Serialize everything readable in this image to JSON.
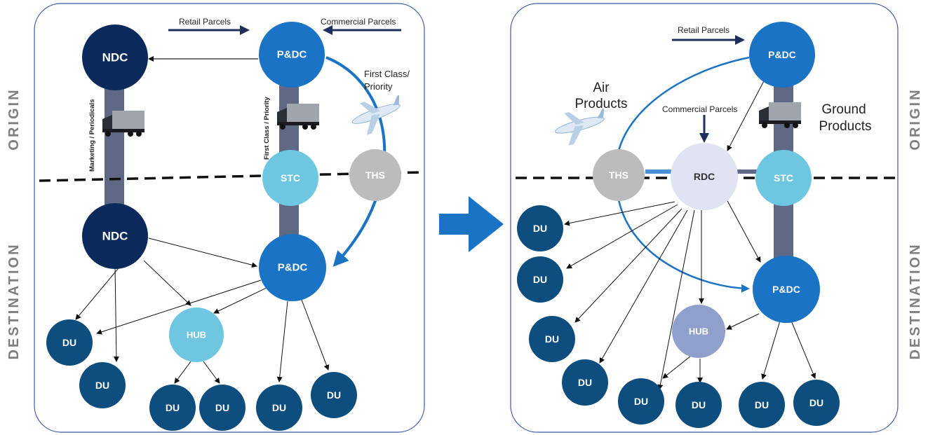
{
  "side_labels": {
    "origin": "ORIGIN",
    "destination": "DESTINATION"
  },
  "left_panel": {
    "nodes": {
      "ndc_top": "NDC",
      "pdc_top": "P&DC",
      "stc": "STC",
      "ths": "THS",
      "ndc_bottom": "NDC",
      "pdc_bottom": "P&DC",
      "hub": "HUB",
      "du": "DU"
    },
    "labels": {
      "retail_parcels": "Retail Parcels",
      "commercial_parcels": "Commercial Parcels",
      "first_class_priority_1": "First Class/",
      "first_class_priority_2": "Priority",
      "marketing_periodicals": "Marketing / Periodicals",
      "first_class_priority_vertical": "First Class / Priority"
    }
  },
  "right_panel": {
    "nodes": {
      "pdc_top": "P&DC",
      "ths": "THS",
      "rdc": "RDC",
      "stc": "STC",
      "pdc_bottom": "P&DC",
      "hub": "HUB",
      "du": "DU"
    },
    "labels": {
      "retail_parcels": "Retail Parcels",
      "commercial_parcels": "Commercial Parcels",
      "air_products_1": "Air",
      "air_products_2": "Products",
      "ground_products_1": "Ground",
      "ground_products_2": "Products"
    }
  },
  "colors": {
    "navy": "#0b2a5b",
    "blue": "#1a73c4",
    "du_blue": "#0e4e7f",
    "light_blue": "#6ec6e0",
    "grey": "#bcbcbc",
    "pale": "#dfe3f2",
    "hub_purple": "#8fa0cc",
    "column": "#5f6884",
    "arrow_blue": "#0a6fc2"
  }
}
